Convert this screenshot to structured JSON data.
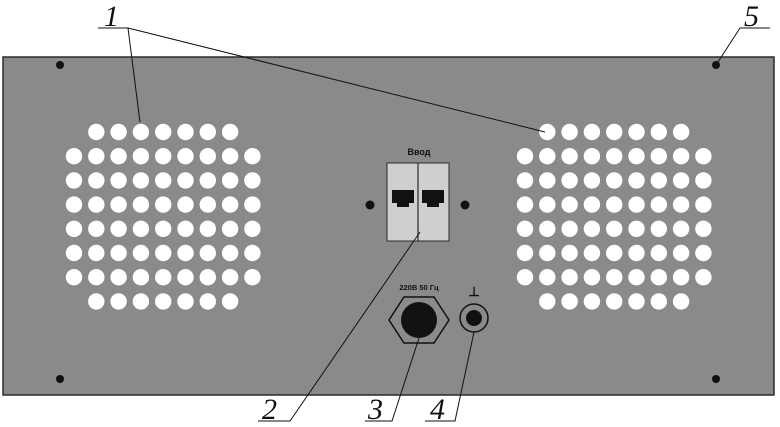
{
  "figure": {
    "callouts": [
      "1",
      "2",
      "3",
      "4",
      "5"
    ],
    "breaker_label": "Ввод",
    "power_label": "220В 50 Гц",
    "ground_symbol": "⊥",
    "colors": {
      "panel": "#8a8a8a",
      "panel_edge": "#2b2b2b",
      "hole": "#ffffff",
      "screw": "#111111",
      "breaker_body": "#cfcfcf",
      "line": "#111111"
    },
    "icons": {
      "vent_grille": "round-hole-grille",
      "breaker": "double-pole-breaker-icon",
      "connector": "hex-connector-icon",
      "ground": "ground-terminal-icon",
      "screw": "screw-icon"
    }
  }
}
